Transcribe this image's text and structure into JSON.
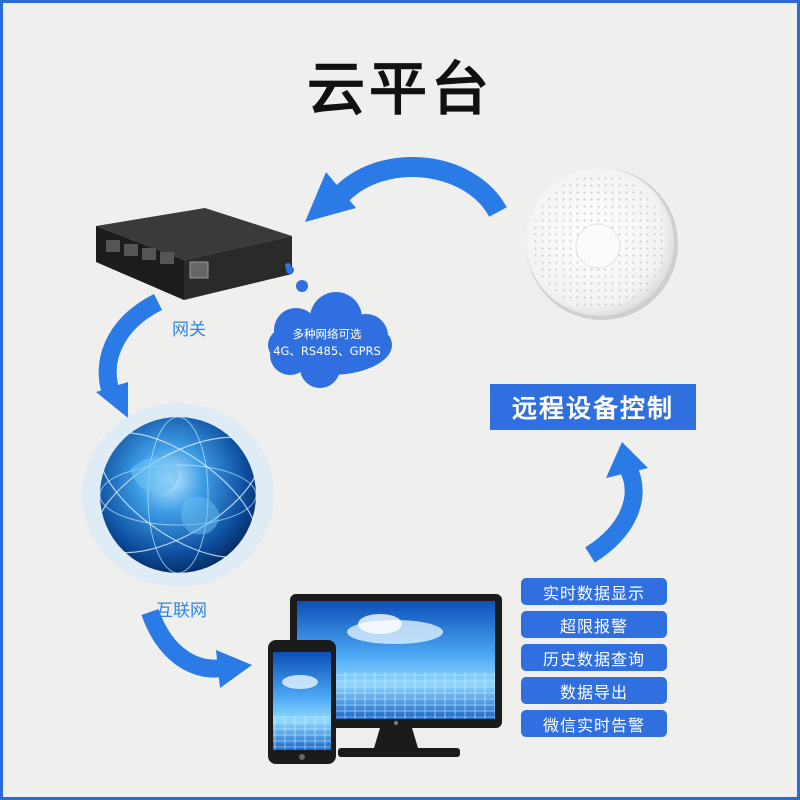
{
  "title": "云平台",
  "nodes": {
    "gateway_label": "网关",
    "internet_label": "互联网",
    "network_note": [
      "多种网络可选",
      "4G、RS485、GPRS"
    ],
    "remote_control": "远程设备控制"
  },
  "features": [
    "实时数据显示",
    "超限报警",
    "历史数据查询",
    "数据导出",
    "微信实时告警"
  ],
  "colors": {
    "accent": "#2f6fe0",
    "arrow": "#2a7be6",
    "label": "#2f86e6"
  }
}
